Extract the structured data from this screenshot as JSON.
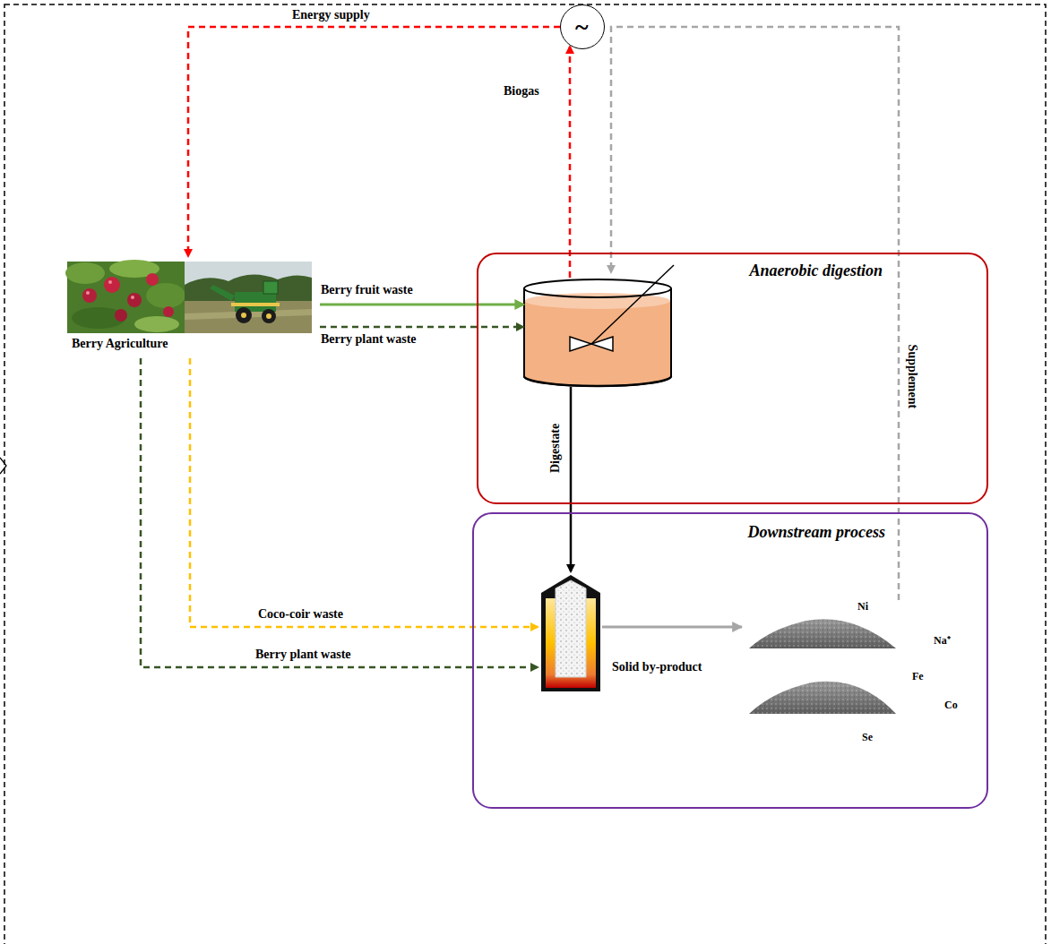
{
  "diagram": {
    "nodes": [
      {
        "text": [
          "~"
        ]
      },
      {
        "text": [
          "Berry Agriculture"
        ]
      },
      {
        "text": [
          "Anaerobic digestion"
        ]
      },
      {
        "text": [
          "Downstream process"
        ]
      },
      {
        "text": [
          "Ni",
          "Na⁺",
          "Fe",
          "Co",
          "Se"
        ],
        "in": 3
      }
    ],
    "edges": [
      {
        "from": 1,
        "to": 2,
        "label": "Berry fruit waste",
        "arrow": "to"
      },
      {
        "from": 1,
        "to": 2,
        "label": "Berry plant waste",
        "arrow": "to"
      },
      {
        "from": 2,
        "to": 0,
        "label": "Biogas",
        "arrow": "to"
      },
      {
        "from": 0,
        "to": 1,
        "label": "Energy supply",
        "arrow": "to"
      },
      {
        "from": 2,
        "to": 3,
        "label": "Digestate",
        "arrow": "to"
      },
      {
        "from": 1,
        "to": 3,
        "label": "Coco-coir waste",
        "arrow": "to"
      },
      {
        "from": 1,
        "to": 3,
        "label": "Berry plant waste",
        "arrow": "to"
      },
      {
        "from": 4,
        "to": 2,
        "label": "Supplement",
        "arrow": "to"
      }
    ],
    "labels": [
      "Solid by-product"
    ]
  }
}
